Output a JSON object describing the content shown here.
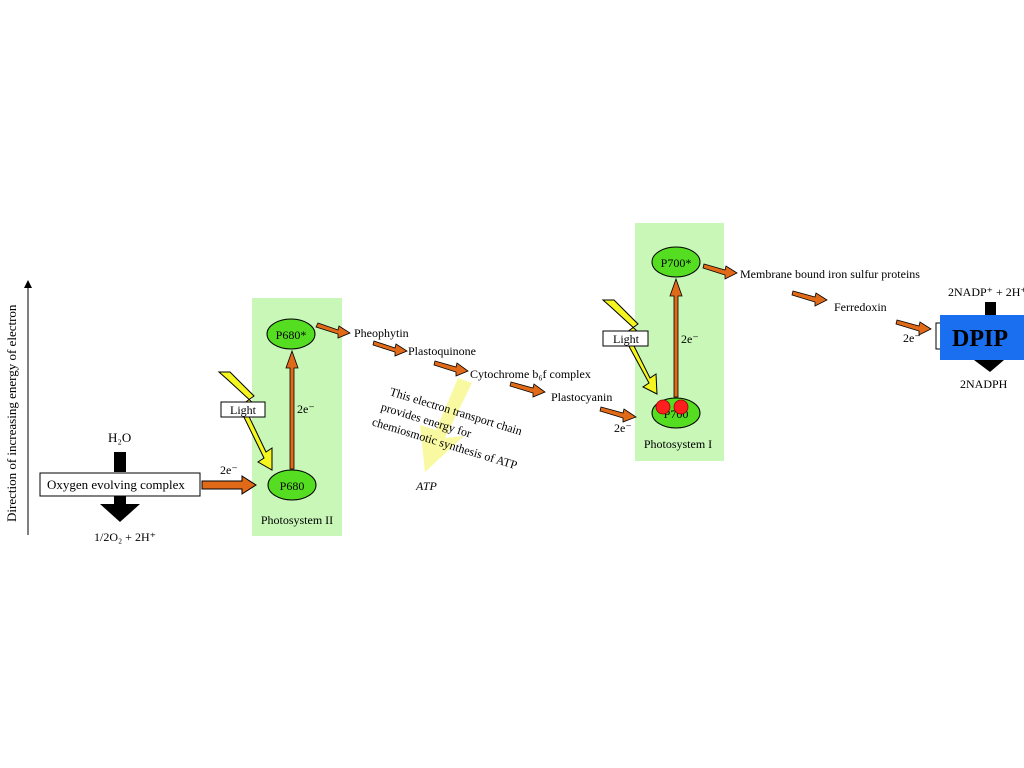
{
  "axis": {
    "label": "Direction of increasing energy of electron"
  },
  "water": {
    "h2o": "H₂O",
    "oxygen_complex": "Oxygen evolving complex",
    "products": "1/2O₂ + 2H⁺"
  },
  "photosystem_ii": {
    "label": "Photosystem II",
    "p680": "P680",
    "p680_excited": "P680*",
    "light": "Light",
    "electrons": "2e⁻",
    "input_electrons": "2e⁻"
  },
  "chain": {
    "pheophytin": "Pheophytin",
    "plastoquinone": "Plastoquinone",
    "cytochrome": "Cytochrome b₆f complex",
    "plastocyanin": "Plastocyanin",
    "note_line1": "This electron transport chain",
    "note_line2": "provides energy for",
    "note_line3": "chemiosmotic synthesis of ATP",
    "atp": "ATP"
  },
  "photosystem_i": {
    "label": "Photosystem I",
    "p700": "P700",
    "p700_excited": "P700*",
    "light": "Light",
    "electrons": "2e⁻",
    "input_electrons": "2e⁻"
  },
  "downstream": {
    "iron_sulfur": "Membrane bound iron sulfur proteins",
    "ferredoxin": "Ferredoxin",
    "electrons": "2e⁻",
    "nadp": "2NADP⁺ + 2H⁺",
    "nadph": "2NADPH",
    "dpip": "DPIP"
  },
  "colors": {
    "panel": "#c8f7b8",
    "node": "#55dd22",
    "arrow": "#e06a18",
    "bolt": "#f5f520",
    "dpip": "#1a6ff0",
    "red_dot": "#ff1f1f"
  }
}
